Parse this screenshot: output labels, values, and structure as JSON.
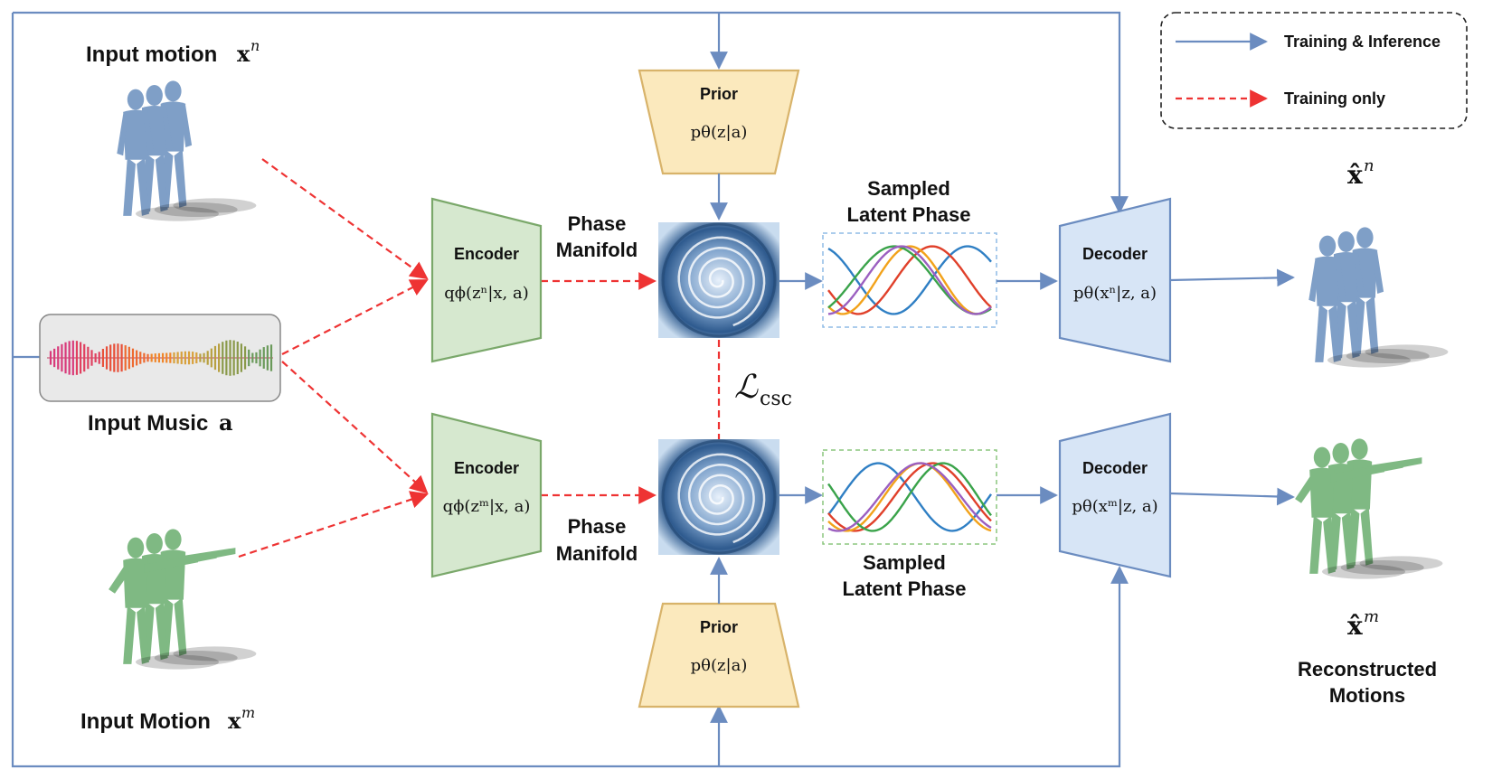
{
  "labels": {
    "input_motion_top": "Input motion",
    "input_motion_top_sym": "x",
    "input_motion_top_sup": "n",
    "input_music": "Input Music",
    "input_music_sym": "a",
    "input_motion_bottom": "Input Motion",
    "input_motion_bottom_sym": "x",
    "input_motion_bottom_sup": "m",
    "output_top_sym": "x̂",
    "output_top_sup": "n",
    "output_bottom_sym": "x̂",
    "output_bottom_sup": "m",
    "reconstructed_line1": "Reconstructed",
    "reconstructed_line2": "Motions"
  },
  "encoders": [
    {
      "title": "Encoder",
      "formula": "qϕ(zⁿ|x, a)"
    },
    {
      "title": "Encoder",
      "formula": "qϕ(zᵐ|x, a)"
    }
  ],
  "decoders": [
    {
      "title": "Decoder",
      "formula": "pθ(xⁿ|z, a)"
    },
    {
      "title": "Decoder",
      "formula": "pθ(xᵐ|z, a)"
    }
  ],
  "priors": [
    {
      "title": "Prior",
      "formula": "pθ(z|a)"
    },
    {
      "title": "Prior",
      "formula": "pθ(z|a)"
    }
  ],
  "phase_manifold": {
    "line1": "Phase",
    "line2": "Manifold"
  },
  "sampled_latent": {
    "line1": "Sampled",
    "line2": "Latent Phase"
  },
  "loss": {
    "symbol": "ℒ",
    "subscript": "csc"
  },
  "legend": {
    "solid_label": "Training & Inference",
    "dashed_label": "Training only"
  },
  "colors": {
    "solid_arrow": "#6b8cc0",
    "dashed_arrow": "#ee3333",
    "encoder_fill": "#d6e8cf",
    "encoder_stroke": "#7aa86a",
    "decoder_fill": "#d7e5f6",
    "decoder_stroke": "#6b8cc0",
    "prior_fill": "#fbe9bd",
    "prior_stroke": "#d8b36a",
    "figure_blue": "#7f9fc7",
    "figure_green": "#7fb983",
    "wave_colors": [
      "#2f7fc4",
      "#e0402a",
      "#f2a21a",
      "#3aa34a",
      "#9b5fc0"
    ]
  }
}
